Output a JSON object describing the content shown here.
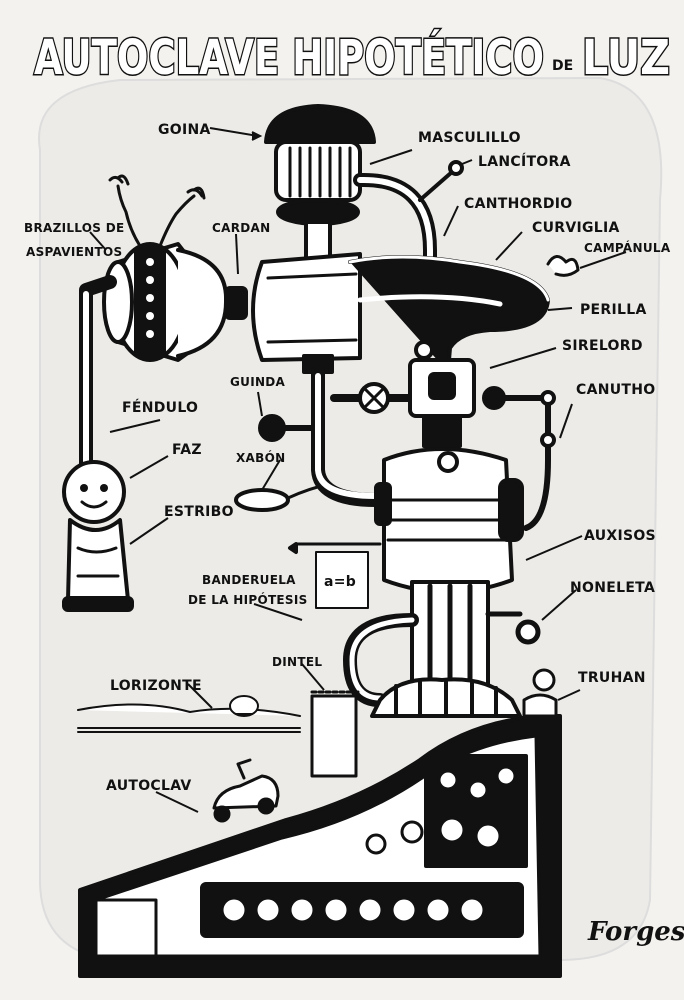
{
  "title": {
    "main": "AUTOCLAVE HIPOTÉTICO",
    "connector": "DE",
    "end": "LUZ"
  },
  "labels": {
    "goina": "GOINA",
    "masculillo": "MASCULILLO",
    "lancitora": "LANCÍTORA",
    "canthordio": "CANTHORDIO",
    "curviglia": "CURVIGLIA",
    "campanula": "CAMPÁNULA",
    "brazillos_1": "BRAZILLOS DE",
    "brazillos_2": "ASPAVIENTOS",
    "cardan": "CARDAN",
    "perilla": "PERILLA",
    "sirelord": "SIRELORD",
    "guinda": "GUINDA",
    "fendulo": "FÉNDULO",
    "canutho": "CANUTHO",
    "faz": "FAZ",
    "xabon": "XABÓN",
    "estribo": "ESTRIBO",
    "auxisos": "AUXISOS",
    "banderuela_1": "BANDERUELA",
    "banderuela_2": "DE LA HIPÓTESIS",
    "flag_text": "a=b",
    "noneleta": "NONELETA",
    "dintel": "DINTEL",
    "lorizonte": "LORIZONTE",
    "truhan": "TRUHAN",
    "autoclav": "AUTOCLAV"
  },
  "signature": "Forges",
  "colors": {
    "ink": "#111111",
    "paper": "#f4f2ee"
  }
}
